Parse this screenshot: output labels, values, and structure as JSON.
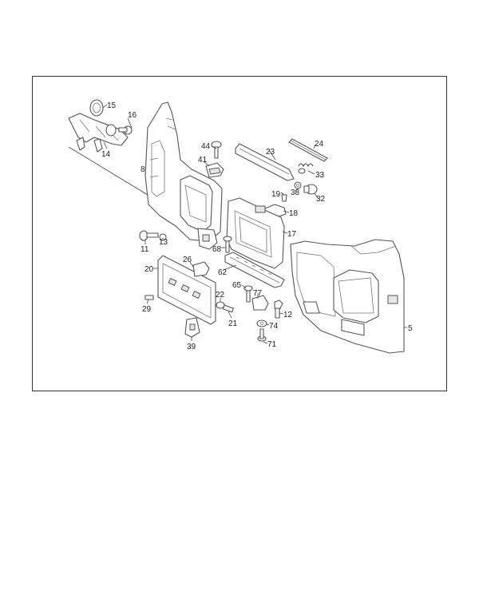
{
  "parts": [
    {
      "id": "p15",
      "label": "15"
    },
    {
      "id": "p16",
      "label": "16"
    },
    {
      "id": "p14",
      "label": "14"
    },
    {
      "id": "p8",
      "label": "8"
    },
    {
      "id": "p44",
      "label": "44"
    },
    {
      "id": "p41",
      "label": "41"
    },
    {
      "id": "p23",
      "label": "23"
    },
    {
      "id": "p24",
      "label": "24"
    },
    {
      "id": "p33",
      "label": "33"
    },
    {
      "id": "p38",
      "label": "38"
    },
    {
      "id": "p32",
      "label": "32"
    },
    {
      "id": "p19",
      "label": "19"
    },
    {
      "id": "p18",
      "label": "18"
    },
    {
      "id": "p17",
      "label": "17"
    },
    {
      "id": "p11",
      "label": "11"
    },
    {
      "id": "p13",
      "label": "13"
    },
    {
      "id": "p68",
      "label": "68"
    },
    {
      "id": "p26",
      "label": "26"
    },
    {
      "id": "p20",
      "label": "20"
    },
    {
      "id": "p62",
      "label": "62"
    },
    {
      "id": "p65",
      "label": "65"
    },
    {
      "id": "p77",
      "label": "77"
    },
    {
      "id": "p22",
      "label": "22"
    },
    {
      "id": "p29",
      "label": "29"
    },
    {
      "id": "p21",
      "label": "21"
    },
    {
      "id": "p12",
      "label": "12"
    },
    {
      "id": "p74",
      "label": "74"
    },
    {
      "id": "p39",
      "label": "39"
    },
    {
      "id": "p71",
      "label": "71"
    },
    {
      "id": "p5",
      "label": "5"
    }
  ]
}
